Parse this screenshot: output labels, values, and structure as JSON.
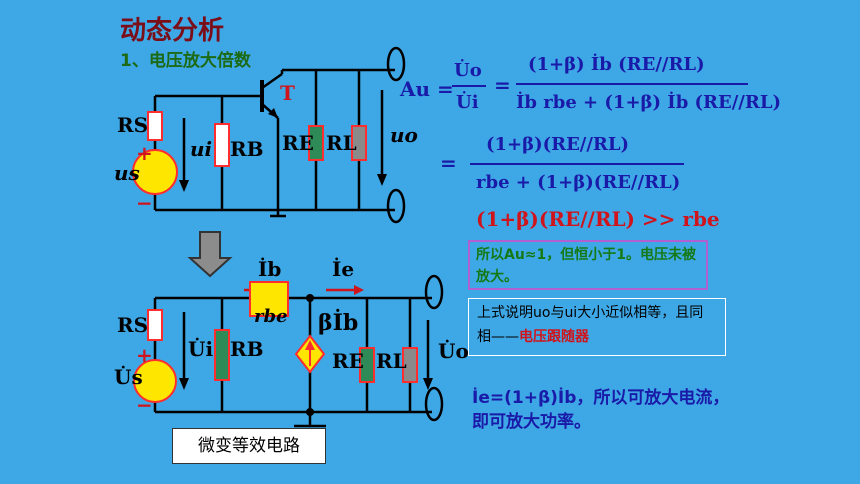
{
  "title": "动态分析",
  "subtitle": "1、电压放大倍数",
  "formula": {
    "lhs": "Au =",
    "line1_num": "(1+β) İb (RE//RL)",
    "line1_den": "İb rbe + (1+β) İb (RE//RL)",
    "lhs_num": "U̇o",
    "lhs_den": "U̇i",
    "line2_eq": "=",
    "line2_num": "(1+β)(RE//RL)",
    "line2_den": "rbe + (1+β)(RE//RL)",
    "line3": "(1+β)(RE//RL) >> rbe"
  },
  "note1": "所以Au≈1，但恒小于1。电压未被放大。",
  "note2_prefix": "上式说明uo与ui大小近似相等，且同相——",
  "note2_highlight": "电压跟随器",
  "note3": "İe=(1+β)İb，所以可放大电流，即可放大功率。",
  "caption": "微变等效电路",
  "circuit_top": {
    "transistor": "T",
    "rs": "RS",
    "plus": "+",
    "minus": "−",
    "us": "us",
    "ui": "ui",
    "rb": "RB",
    "re": "RE",
    "rl": "RL",
    "uo": "uo"
  },
  "circuit_bottom": {
    "ib": "İb",
    "ie": "İe",
    "rbe": "rbe",
    "beta_ib": "βİb",
    "rs": "RS",
    "plus": "+",
    "minus": "−",
    "us": "U̇s",
    "ui": "U̇i",
    "rb": "RB",
    "re": "RE",
    "rl": "RL",
    "uo": "U̇o"
  },
  "colors": {
    "background": "#3ea7e6",
    "resistor_fill": "#ffffff",
    "re_fill": "#2e8b57",
    "rl_fill": "#8a8a8a",
    "source_fill": "#ffe600",
    "wire": "#000000",
    "resistor_border": "#ff2d2d"
  }
}
